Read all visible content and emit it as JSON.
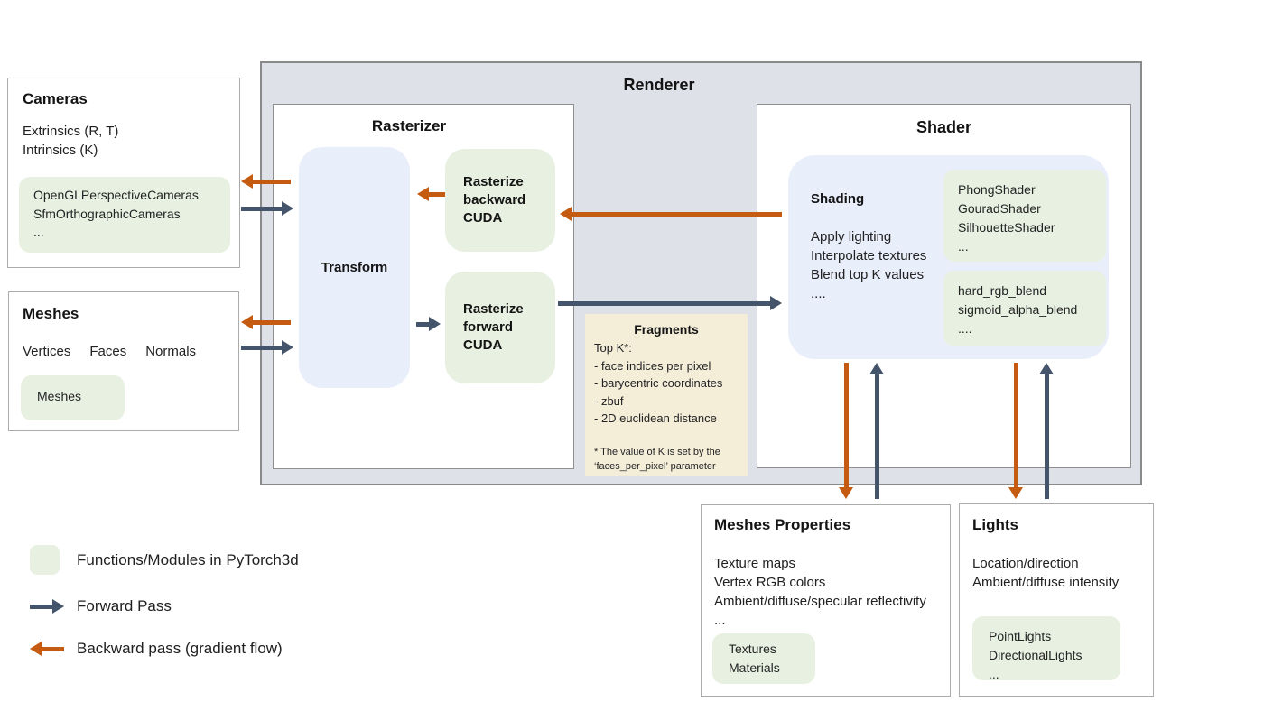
{
  "colors": {
    "module_green": "#e8f1e1",
    "box_blue": "#e9eefb",
    "note_tan": "#f4eed9",
    "renderer_bg": "#dee1e8",
    "forward_arrow": "#44546a",
    "backward_arrow": "#c55a11"
  },
  "cameras": {
    "title": "Cameras",
    "lines": [
      "Extrinsics (R, T)",
      "Intrinsics (K)"
    ],
    "module": [
      "OpenGLPerspectiveCameras",
      "SfmOrthographicCameras",
      "..."
    ]
  },
  "meshes": {
    "title": "Meshes",
    "attrs": [
      "Vertices",
      "Faces",
      "Normals"
    ],
    "module": [
      "Meshes"
    ]
  },
  "renderer": {
    "title": "Renderer",
    "rasterizer": {
      "title": "Rasterizer",
      "transform_label": "Transform",
      "backward": [
        "Rasterize",
        "backward",
        "CUDA"
      ],
      "forward": [
        "Rasterize",
        "forward",
        "CUDA"
      ]
    },
    "fragments": {
      "title": "Fragments",
      "lines": [
        "Top K*:",
        "- face indices per pixel",
        "- barycentric coordinates",
        "- zbuf",
        "- 2D euclidean distance"
      ],
      "footnote": [
        "* The value of K is set by the",
        "‘faces_per_pixel’ parameter"
      ]
    },
    "shader": {
      "title": "Shader",
      "shading_title": "Shading",
      "shading_lines": [
        "Apply lighting",
        "Interpolate textures",
        "Blend top K values",
        "...."
      ],
      "shader_modules": [
        "PhongShader",
        "GouradShader",
        "SilhouetteShader",
        "..."
      ],
      "blend_modules": [
        "hard_rgb_blend",
        "sigmoid_alpha_blend",
        "...."
      ]
    }
  },
  "meshes_properties": {
    "title": "Meshes Properties",
    "lines": [
      "Texture maps",
      "Vertex RGB colors",
      "Ambient/diffuse/specular reflectivity",
      "..."
    ],
    "module": [
      "Textures",
      "Materials"
    ]
  },
  "lights": {
    "title": "Lights",
    "lines": [
      "Location/direction",
      "Ambient/diffuse intensity"
    ],
    "module": [
      "PointLights",
      "DirectionalLights",
      "..."
    ]
  },
  "legend": {
    "module_label": "Functions/Modules in PyTorch3d",
    "forward_label": "Forward Pass",
    "backward_label": "Backward pass (gradient flow)"
  }
}
